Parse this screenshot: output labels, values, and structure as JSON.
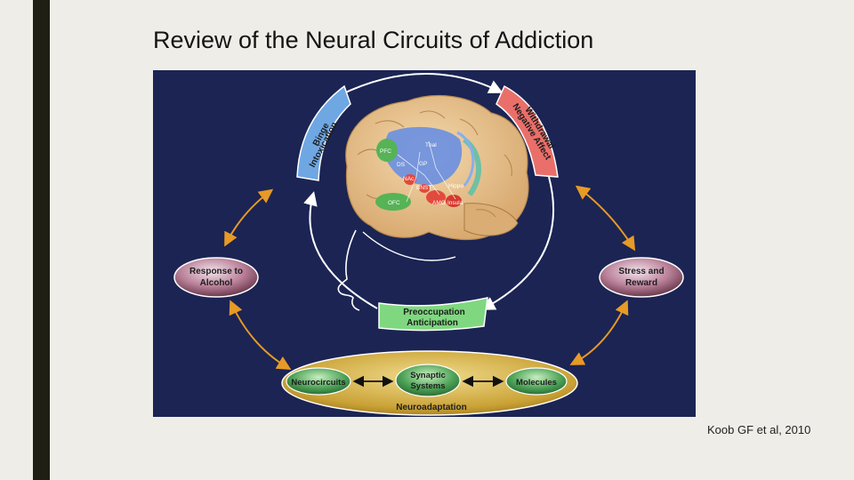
{
  "slide": {
    "title": "Review of the Neural Circuits of Addiction",
    "citation": "Koob GF et al, 2010"
  },
  "diagram": {
    "stages": {
      "binge": [
        "Binge",
        "Intoxication"
      ],
      "withdrawal": [
        "Withdrawal",
        "Negative Affect"
      ],
      "preoccupation": [
        "Preoccupation",
        "Anticipation"
      ]
    },
    "side_nodes": {
      "left": [
        "Response to",
        "Alcohol"
      ],
      "right": [
        "Stress and",
        "Reward"
      ]
    },
    "neuroadaptation": {
      "label": "Neuroadaptation",
      "items": {
        "neurocircuits": [
          "Neurocircuits"
        ],
        "synaptic": [
          "Synaptic",
          "Systems"
        ],
        "molecules": [
          "Molecules"
        ]
      }
    },
    "brain_regions": {
      "pfc": "PFC",
      "ds": "DS",
      "thal": "Thal",
      "gp": "GP",
      "nac": "NAc",
      "bnst": "BNST",
      "hippo": "Hippo",
      "ofc": "OFC",
      "amg": "AMG",
      "insula": "Insula"
    },
    "colors": {
      "background": "#1b2453",
      "binge": "#6fa7e3",
      "withdrawal": "#ea6f6a",
      "preoccupation": "#7fd87f",
      "node": "#7e3f5a",
      "band": "#c9a233",
      "pill": "#3f8f4a",
      "arrow": "#e79a26",
      "brain": "#e7bf88"
    }
  }
}
